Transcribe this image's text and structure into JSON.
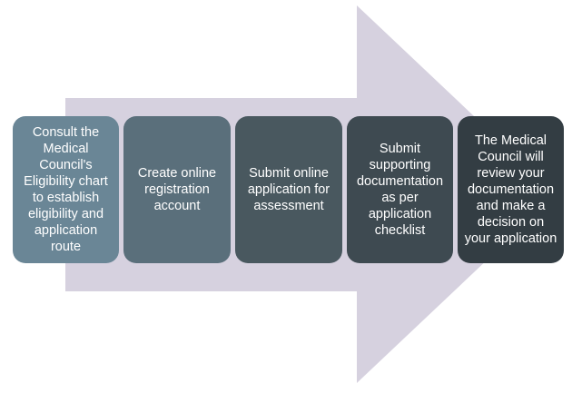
{
  "colors": {
    "arrow": "#d6d1df",
    "step_1": "#6a8696",
    "step_2": "#5a6f7b",
    "step_3": "#49585f",
    "step_4": "#3e4a51",
    "step_5": "#333d43",
    "text": "#ffffff"
  },
  "steps": [
    {
      "label": "Consult the Medical Council's Eligibility chart to establish eligibility and application route"
    },
    {
      "label": "Create online registration account"
    },
    {
      "label": "Submit online application for assessment"
    },
    {
      "label": "Submit supporting documentation as per application checklist"
    },
    {
      "label": "The Medical Council will review your documentation and make a decision on your application"
    }
  ]
}
